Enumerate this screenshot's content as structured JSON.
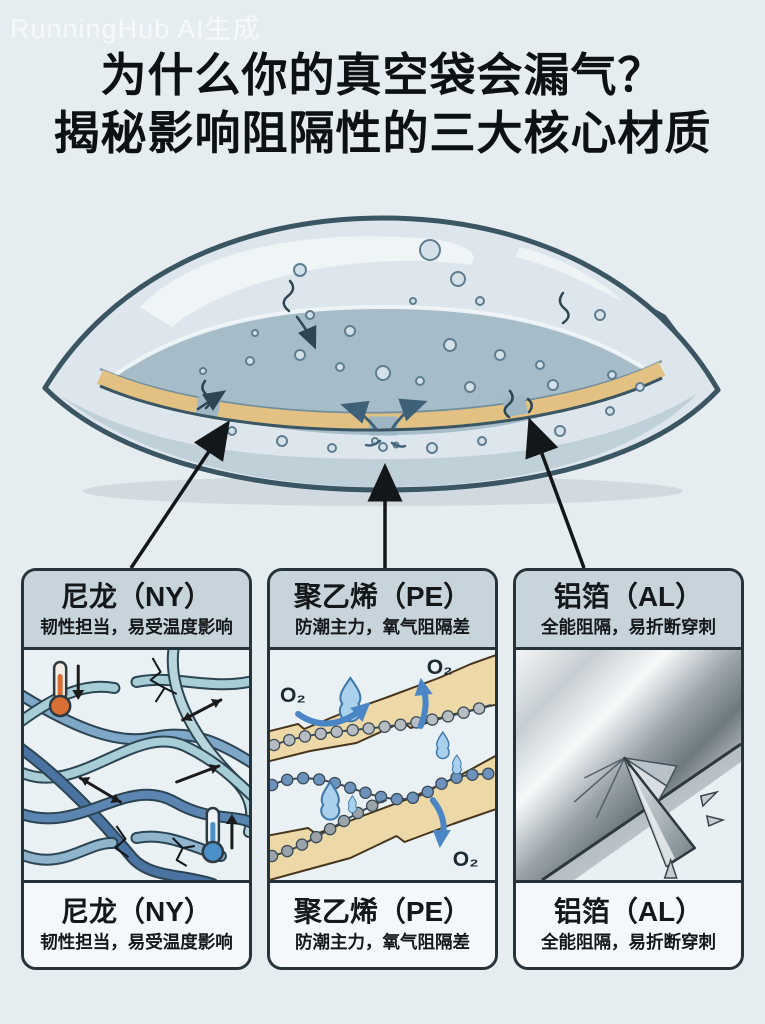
{
  "watermark": "RunningHub AI生成",
  "title": {
    "line1": "为什么你的真空袋会漏气？",
    "line2": "揭秘影响阻隔性的三大核心材质"
  },
  "panels": [
    {
      "title": "尼龙（NY）",
      "subtitle": "韧性担当，易受温度影响"
    },
    {
      "title": "聚乙烯（PE）",
      "subtitle": "防潮主力，氧气阻隔差"
    },
    {
      "title": "铝箔（AL）",
      "subtitle": "全能阻隔，易折断穿刺"
    }
  ],
  "pe_labels": {
    "o2_left": "O₂",
    "o2_top": "O₂",
    "o2_bottom": "O₂"
  },
  "colors": {
    "page_background": "#e6edf1",
    "panel_border": "#27333b",
    "panel_header_bg": "#c7d4dc",
    "bag_outline": "#3b5563",
    "barrier_layer_tan": "#e3c183",
    "o2_arrow_blue": "#4a86c6",
    "thermometer_hot": "#d96f35",
    "thermometer_cold": "#4a8fc7"
  }
}
